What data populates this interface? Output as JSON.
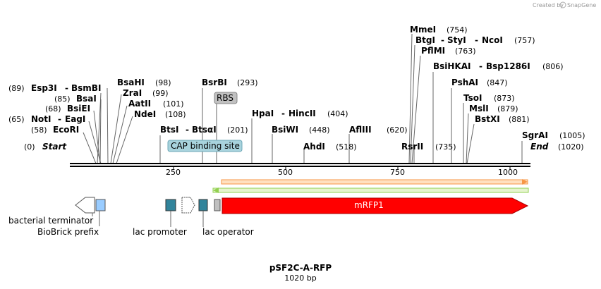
{
  "credit": {
    "text": "Created by",
    "brand": "SnapGene"
  },
  "title": "pSF2C-A-RFP",
  "subtitle": "1020 bp",
  "sites": [
    {
      "pos": "(89)",
      "name": "Esp3I",
      "name2": "BsmBI"
    },
    {
      "pos": "(85)",
      "name": "BsaI"
    },
    {
      "pos": "(68)",
      "name": "BsiEI"
    },
    {
      "pos": "(65)",
      "name": "NotI",
      "name2": "EagI"
    },
    {
      "pos": "(58)",
      "name": "EcoRI"
    },
    {
      "pos": "(0)",
      "name": "Start"
    },
    {
      "pos": "(98)",
      "name": "BsaHI"
    },
    {
      "pos": "(99)",
      "name": "ZraI"
    },
    {
      "pos": "(101)",
      "name": "AatII"
    },
    {
      "pos": "(108)",
      "name": "NdeI"
    },
    {
      "pos": "(293)",
      "name": "BsrBI"
    },
    {
      "pos": "(201)",
      "name": "BtsI",
      "name2": "BtsαI"
    },
    {
      "pos": "(404)",
      "name": "HpaI",
      "name2": "HincII"
    },
    {
      "pos": "(448)",
      "name": "BsiWI"
    },
    {
      "pos": "(518)",
      "name": "AhdI"
    },
    {
      "pos": "(620)",
      "name": "AflIII"
    },
    {
      "pos": "(735)",
      "name": "RsrII"
    },
    {
      "pos": "(754)",
      "name": "MmeI"
    },
    {
      "pos": "(757)",
      "name": "BtgI",
      "name2": "StyI",
      "name3": "NcoI"
    },
    {
      "pos": "(763)",
      "name": "PflMI"
    },
    {
      "pos": "(806)",
      "name": "BsiHKAI",
      "name2": "Bsp1286I"
    },
    {
      "pos": "(847)",
      "name": "PshAI"
    },
    {
      "pos": "(873)",
      "name": "TsoI"
    },
    {
      "pos": "(879)",
      "name": "MslI"
    },
    {
      "pos": "(881)",
      "name": "BstXI"
    },
    {
      "pos": "(1005)",
      "name": "SgrAI"
    },
    {
      "pos": "(1020)",
      "name": "End"
    }
  ],
  "ticks": [
    "250",
    "500",
    "750",
    "1000"
  ],
  "features": {
    "rbs": "RBS",
    "cap": "CAP binding site",
    "mrfp": "mRFP1",
    "bacterial_terminator": "bacterial terminator",
    "biobrick_prefix": "BioBrick prefix",
    "lac_promoter": "lac promoter",
    "lac_operator": "lac operator"
  },
  "colors": {
    "mrfp": "#ff0000",
    "teal": "#31849b",
    "biobrick": "#99ccff",
    "rbs_fill": "#c0c0c0",
    "cap_fill": "#a8d3dd",
    "orf_orange": "#f79646",
    "orf_green": "#92d050"
  }
}
